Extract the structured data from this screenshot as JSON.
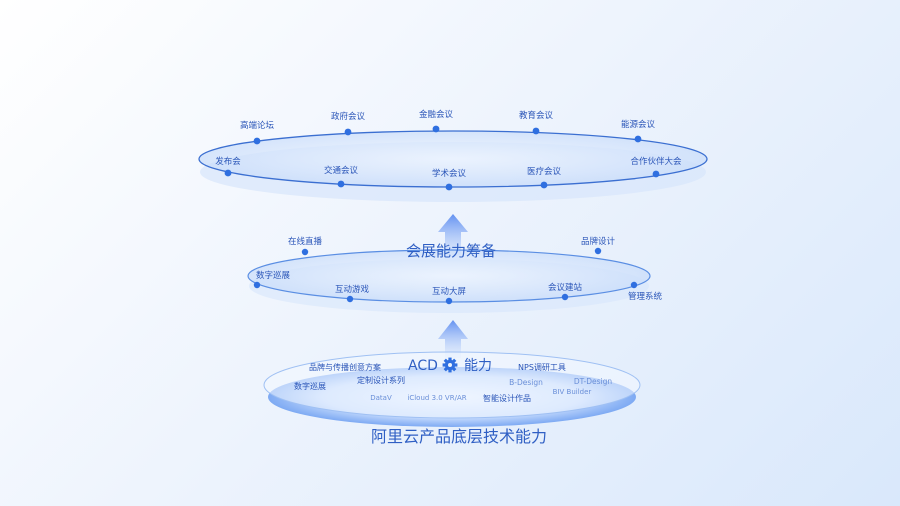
{
  "colors": {
    "accent": "#2f6fe0",
    "ring": "#3b6fd1",
    "text_primary": "#2f5fc4",
    "text_secondary": "#4a7ad6"
  },
  "top_layer": {
    "back_items": [
      "高端论坛",
      "政府会议",
      "金融会议",
      "教育会议",
      "能源会议"
    ],
    "front_items": [
      "发布会",
      "交通会议",
      "学术会议",
      "医疗会议",
      "合作伙伴大会"
    ]
  },
  "middle_layer": {
    "title": "会展能力筹备",
    "items": [
      "在线直播",
      "品牌设计",
      "数字巡展",
      "互动游戏",
      "互动大屏",
      "会议建站",
      "管理系统"
    ]
  },
  "bottom_layer": {
    "title_prefix": "ACD",
    "title_icon": "gear-icon",
    "title_suffix": "能力",
    "items": [
      "品牌与传播创意方案",
      "数字巡展",
      "定制设计系列",
      "NPS调研工具",
      "B-Design",
      "DT-Design",
      "BIV Builder",
      "DataV",
      "iCloud 3.0 VR/AR",
      "智能设计作品"
    ]
  },
  "footer_title": "阿里云产品底层技术能力"
}
